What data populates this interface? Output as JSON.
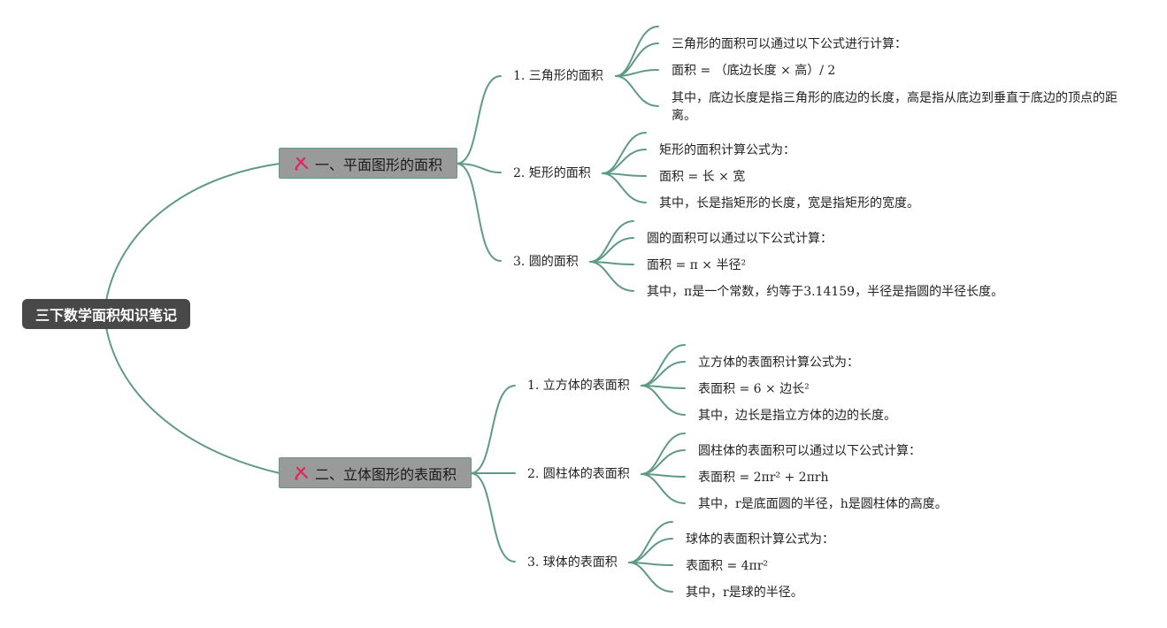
{
  "root": {
    "title": "三下数学面积知识笔记"
  },
  "branches": [
    {
      "title": "一、平面图形的面积",
      "icon": "pencil-ruler-icon",
      "children": [
        {
          "title": "1. 三角形的面积",
          "notes": [
            "三角形的面积可以通过以下公式进行计算：",
            "面积 = （底边长度 × 高）/ 2",
            "其中，底边长度是指三角形的底边的长度，高是指从底边到垂直于底边的顶点的距离。"
          ]
        },
        {
          "title": "2. 矩形的面积",
          "notes": [
            "矩形的面积计算公式为：",
            "面积 = 长 × 宽",
            "其中，长是指矩形的长度，宽是指矩形的宽度。"
          ]
        },
        {
          "title": "3. 圆的面积",
          "notes": [
            "圆的面积可以通过以下公式计算：",
            "面积 = π × 半径²",
            "其中，π是一个常数，约等于3.14159，半径是指圆的半径长度。"
          ]
        }
      ]
    },
    {
      "title": "二、立体图形的表面积",
      "icon": "pencil-ruler-icon",
      "children": [
        {
          "title": "1. 立方体的表面积",
          "notes": [
            "立方体的表面积计算公式为：",
            "表面积 = 6 × 边长²",
            "其中，边长是指立方体的边的长度。"
          ]
        },
        {
          "title": "2. 圆柱体的表面积",
          "notes": [
            "圆柱体的表面积可以通过以下公式计算：",
            "表面积 = 2πr² + 2πrh",
            "其中，r是底面圆的半径，h是圆柱体的高度。"
          ]
        },
        {
          "title": "3. 球体的表面积",
          "notes": [
            "球体的表面积计算公式为：",
            "表面积 = 4πr²",
            "其中，r是球的半径。"
          ]
        }
      ]
    }
  ],
  "colors": {
    "link": "#5f9a86",
    "root_bg": "#484848",
    "branch_bg": "#9a9a9a",
    "icon_accent": "#e0245e"
  }
}
